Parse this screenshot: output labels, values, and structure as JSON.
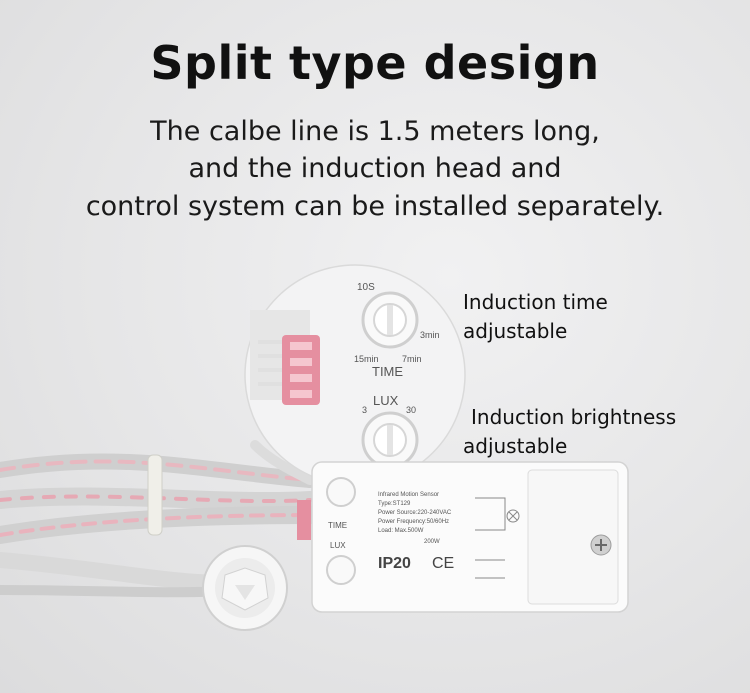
{
  "heading": "Split type design",
  "description": {
    "line1": "The calbe line is 1.5 meters long,",
    "line2": "and the induction head and",
    "line3": "control system can be installed separately."
  },
  "callouts": {
    "time_line1": "Induction time",
    "time_line2": "adjustable",
    "brightness_line1": "Induction brightness",
    "brightness_line2": "adjustable"
  },
  "zoom_dials": {
    "time_top": "10S",
    "time_right": "3min",
    "time_left": "15min",
    "time_mid": "7min",
    "time_name": "TIME",
    "lux_name": "LUX",
    "lux_left": "3",
    "lux_right": "30"
  },
  "controller": {
    "line1": "Infrared Motion Sensor",
    "line2": "Type:ST129",
    "line3": "Power Source:220-240VAC",
    "line4": "Power Frequency:50/60Hz",
    "line5": "Load: Max.500W",
    "wattage": "200W",
    "rating": "IP20",
    "cert": "CE",
    "time_label": "TIME",
    "lux_label": "LUX"
  }
}
